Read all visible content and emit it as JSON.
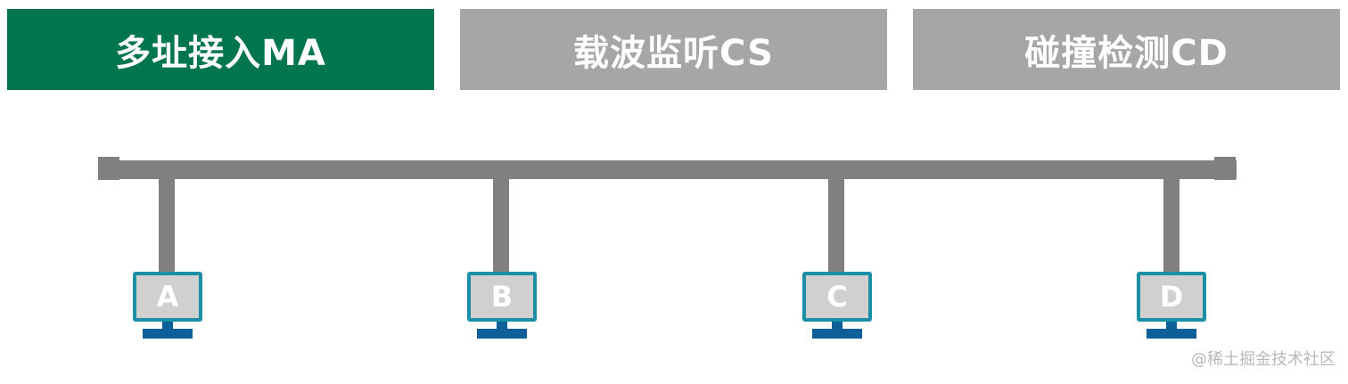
{
  "tabs": [
    {
      "label": "多址接入MA",
      "color": "#007550"
    },
    {
      "label": "载波监听CS",
      "color": "#a6a6a6"
    },
    {
      "label": "碰撞检测CD",
      "color": "#a6a6a6"
    }
  ],
  "nodes": [
    {
      "label": "A"
    },
    {
      "label": "B"
    },
    {
      "label": "C"
    },
    {
      "label": "D"
    }
  ],
  "colors": {
    "bus": "#808080",
    "monitor_border": "#1a8fa6",
    "screen": "#d0d0d0",
    "stand": "#0d5f99"
  },
  "watermark": "@稀土掘金技术社区"
}
